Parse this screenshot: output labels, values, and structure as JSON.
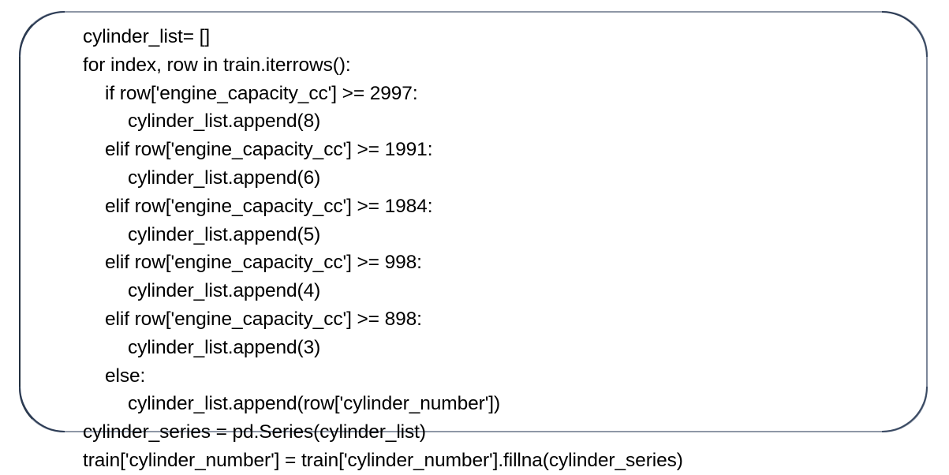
{
  "card": {
    "border_color_dark": "#2d3c55",
    "border_color_light": "#8e97a6",
    "background": "#ffffff",
    "text_color": "#000000"
  },
  "code": {
    "language": "python",
    "lines": [
      {
        "indent": 0,
        "text": "cylinder_list= []"
      },
      {
        "indent": 0,
        "text": "for index, row in train.iterrows():"
      },
      {
        "indent": 1,
        "text": "if row['engine_capacity_cc'] >= 2997:"
      },
      {
        "indent": 2,
        "text": "cylinder_list.append(8)"
      },
      {
        "indent": 1,
        "text": "elif row['engine_capacity_cc'] >= 1991:"
      },
      {
        "indent": 2,
        "text": "cylinder_list.append(6)"
      },
      {
        "indent": 1,
        "text": "elif row['engine_capacity_cc'] >= 1984:"
      },
      {
        "indent": 2,
        "text": "cylinder_list.append(5)"
      },
      {
        "indent": 1,
        "text": "elif row['engine_capacity_cc'] >= 998:"
      },
      {
        "indent": 2,
        "text": "cylinder_list.append(4)"
      },
      {
        "indent": 1,
        "text": "elif row['engine_capacity_cc'] >= 898:"
      },
      {
        "indent": 2,
        "text": "cylinder_list.append(3)"
      },
      {
        "indent": 1,
        "text": "else:"
      },
      {
        "indent": 2,
        "text": "cylinder_list.append(row['cylinder_number'])"
      },
      {
        "indent": 0,
        "text": "cylinder_series = pd.Series(cylinder_list)"
      },
      {
        "indent": 0,
        "text": "train['cylinder_number'] = train['cylinder_number'].fillna(cylinder_series)"
      }
    ]
  }
}
